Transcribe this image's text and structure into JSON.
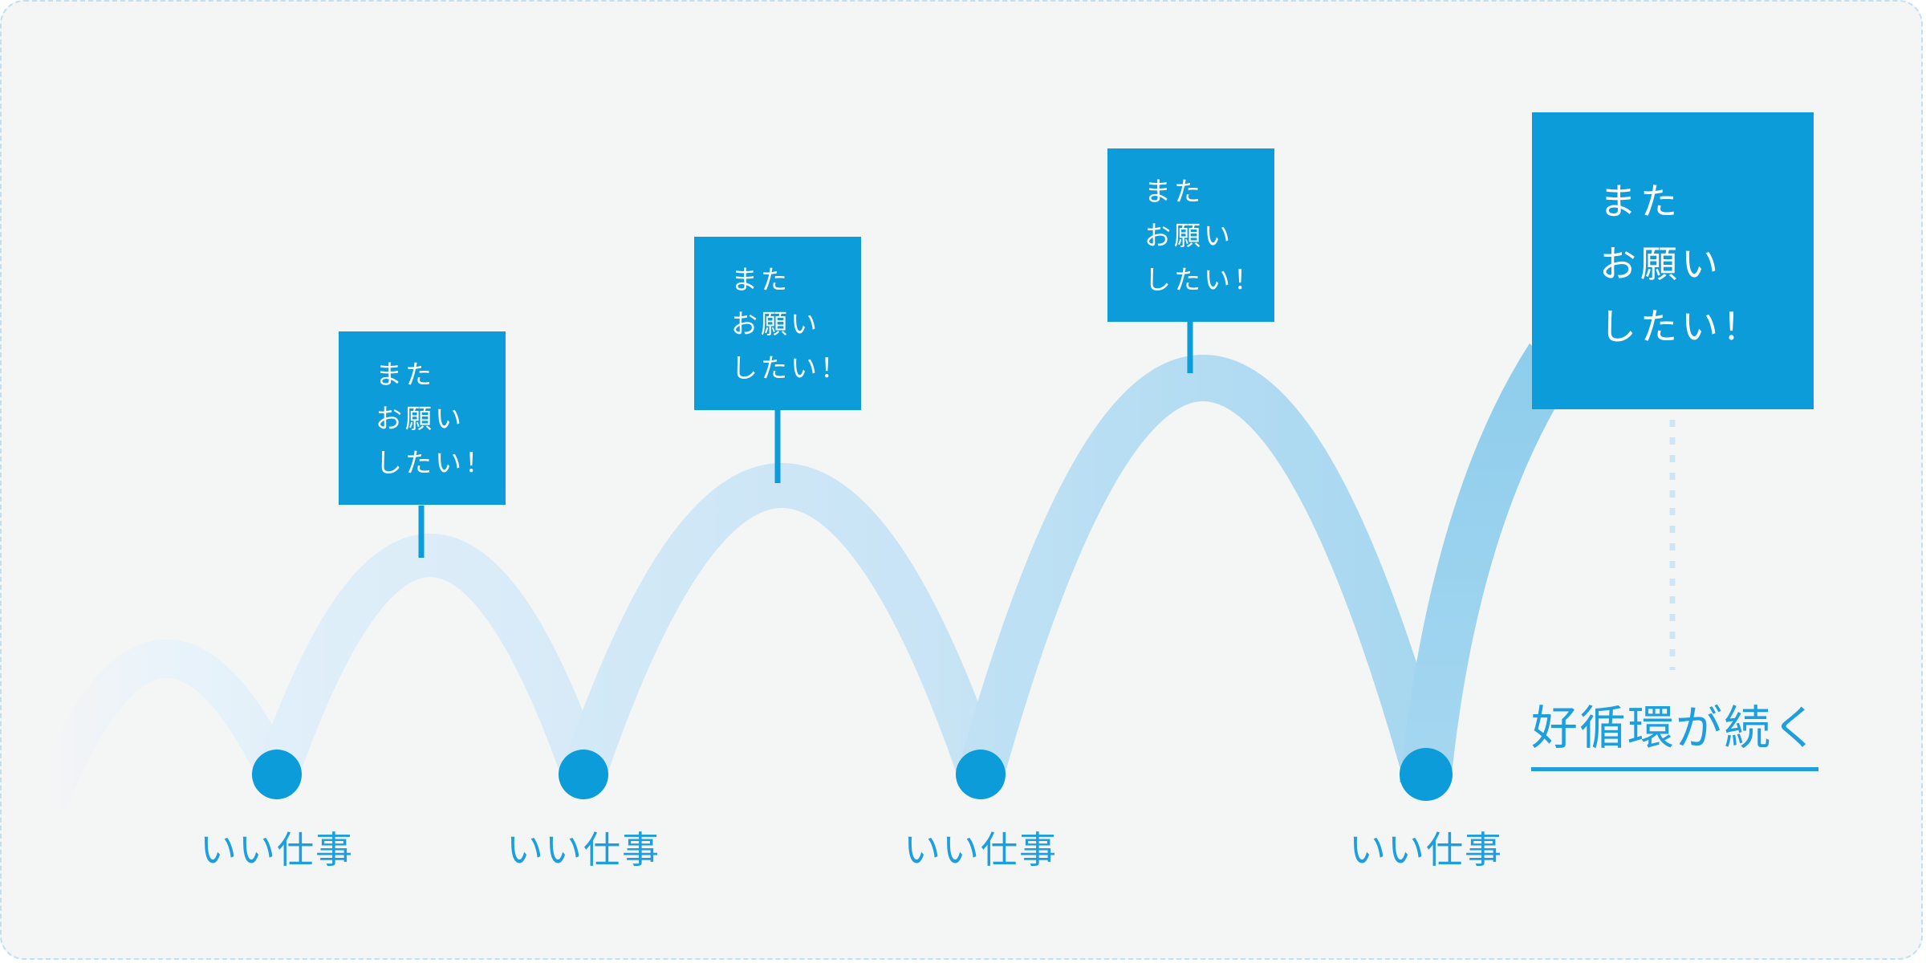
{
  "diagram": {
    "callouts": [
      {
        "name": "callout-1",
        "lines": [
          "また",
          "お願い",
          "したい！"
        ]
      },
      {
        "name": "callout-2",
        "lines": [
          "また",
          "お願い",
          "したい！"
        ]
      },
      {
        "name": "callout-3",
        "lines": [
          "また",
          "お願い",
          "したい！"
        ]
      },
      {
        "name": "callout-4",
        "lines": [
          "また",
          "お願い",
          "したい！"
        ]
      }
    ],
    "work_labels": [
      {
        "text": "いい仕事"
      },
      {
        "text": "いい仕事"
      },
      {
        "text": "いい仕事"
      },
      {
        "text": "いい仕事"
      }
    ],
    "caption": {
      "text": "好循環が続く"
    }
  },
  "colors": {
    "page_background": "#ffffff",
    "card_background": "#f4f5f5",
    "card_border_dash": "#bfdff2",
    "primary_blue": "#0c9cd9",
    "label_text_blue": "#1d9fdf",
    "callout_text": "#ffffff",
    "dashed_guide": "#cbe6f5",
    "arc0_start": "#e9f3fb",
    "arc0_end": "#e2f0f9",
    "arc1_start": "#e0eff9",
    "arc1_end": "#d7eaf7",
    "arc2_start": "#d3e9f7",
    "arc2_end": "#c6e3f5",
    "arc3_start": "#c0e1f4",
    "arc3_end": "#a6d7f0",
    "arc4_top": "#8dcdec",
    "arc4_bottom": "#a6d7f0"
  }
}
